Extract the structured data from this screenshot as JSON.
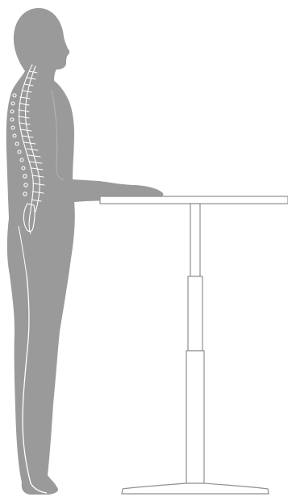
{
  "illustration": {
    "subject": "standing-person",
    "furniture": "standing-desk",
    "feature": "spine-skeleton-overlay"
  },
  "colors": {
    "background": "#ffffff",
    "silhouette": "#9a9a9a",
    "outline": "#ffffff",
    "desk_stroke": "#8f8f8f",
    "desk_fill": "#ffffff"
  }
}
